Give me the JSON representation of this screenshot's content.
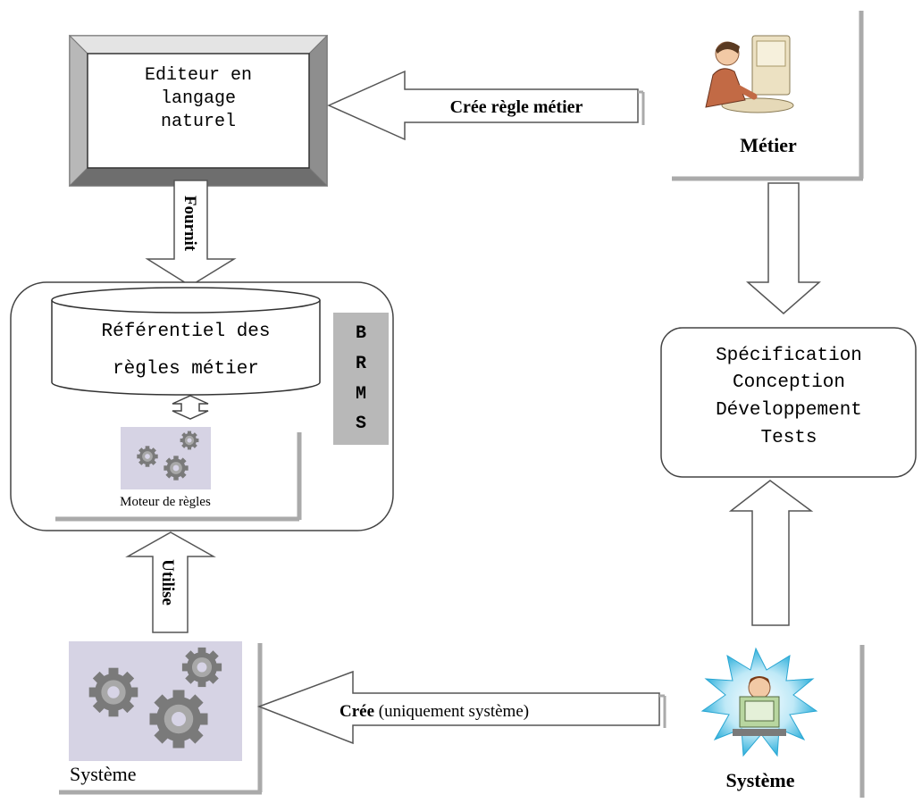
{
  "editor": {
    "line1": "Editeur en",
    "line2": "langage",
    "line3": "naturel"
  },
  "repository": {
    "line1": "Référentiel des",
    "line2": "règles métier"
  },
  "brms": [
    "B",
    "R",
    "M",
    "S"
  ],
  "rules_engine": {
    "label": "Moteur de règles"
  },
  "process": {
    "line1": "Spécification",
    "line2": "Conception",
    "line3": "Développement",
    "line4": "Tests"
  },
  "arrows": {
    "create_rule": "Crée règle métier",
    "provides": "Fournit",
    "uses": "Utilise",
    "creates_bold": "Crée",
    "creates_rest": " (uniquement système)"
  },
  "actors": {
    "business": "Métier",
    "system_left": "Système",
    "system_right": "Système"
  },
  "icons": {
    "business_person": "business-person-at-computer-icon",
    "developer": "developer-at-computer-icon",
    "gears_small": "gears-icon",
    "gears_large": "gears-icon"
  }
}
